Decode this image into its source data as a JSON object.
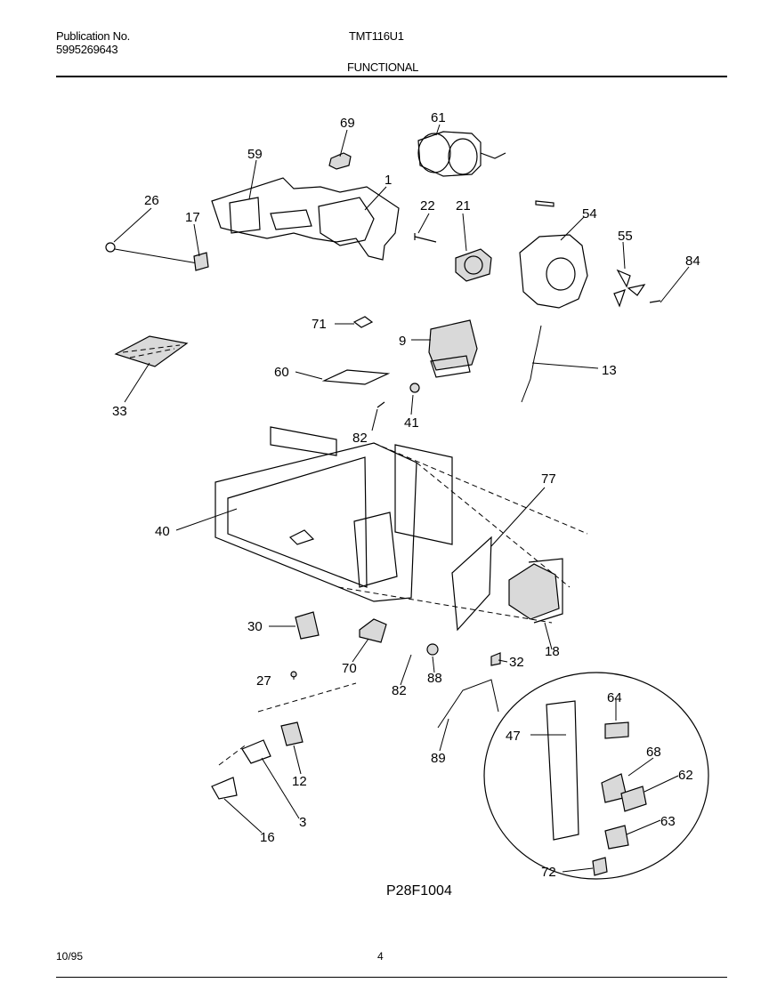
{
  "header": {
    "publication_label": "Publication No.",
    "publication_number": "5995269643",
    "model": "TMT116U1",
    "section": "FUNCTIONAL"
  },
  "diagram": {
    "figure_code": "P28F1004",
    "callouts": [
      "69",
      "61",
      "59",
      "1",
      "26",
      "17",
      "22",
      "21",
      "54",
      "55",
      "84",
      "71",
      "9",
      "13",
      "60",
      "33",
      "82",
      "41",
      "77",
      "40",
      "30",
      "70",
      "27",
      "82",
      "88",
      "32",
      "18",
      "64",
      "47",
      "68",
      "62",
      "63",
      "72",
      "89",
      "12",
      "3",
      "16"
    ]
  },
  "footer": {
    "date": "10/95",
    "page": "4"
  }
}
